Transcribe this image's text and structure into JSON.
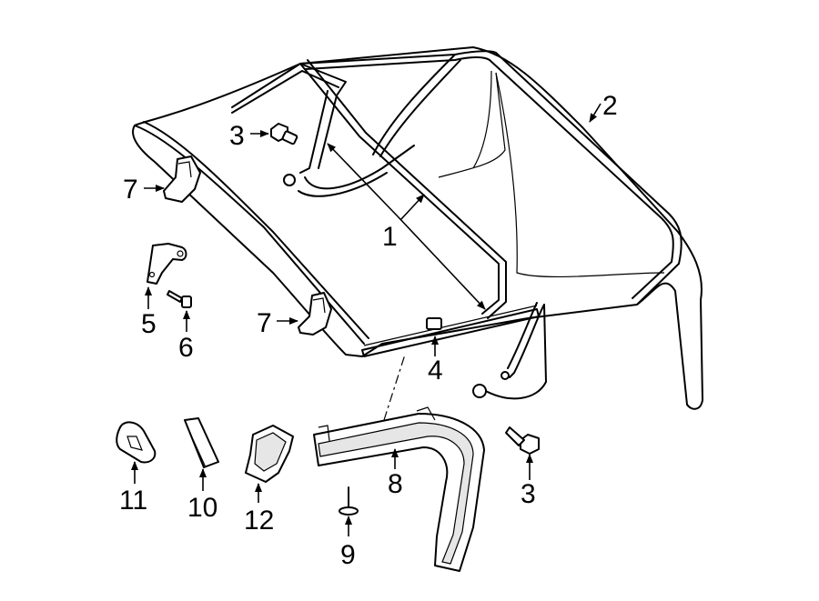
{
  "callouts": {
    "c1": "1",
    "c2": "2",
    "c3a": "3",
    "c3b": "3",
    "c4": "4",
    "c5": "5",
    "c6": "6",
    "c7a": "7",
    "c7b": "7",
    "c8": "8",
    "c9": "9",
    "c10": "10",
    "c11": "11",
    "c12": "12"
  }
}
